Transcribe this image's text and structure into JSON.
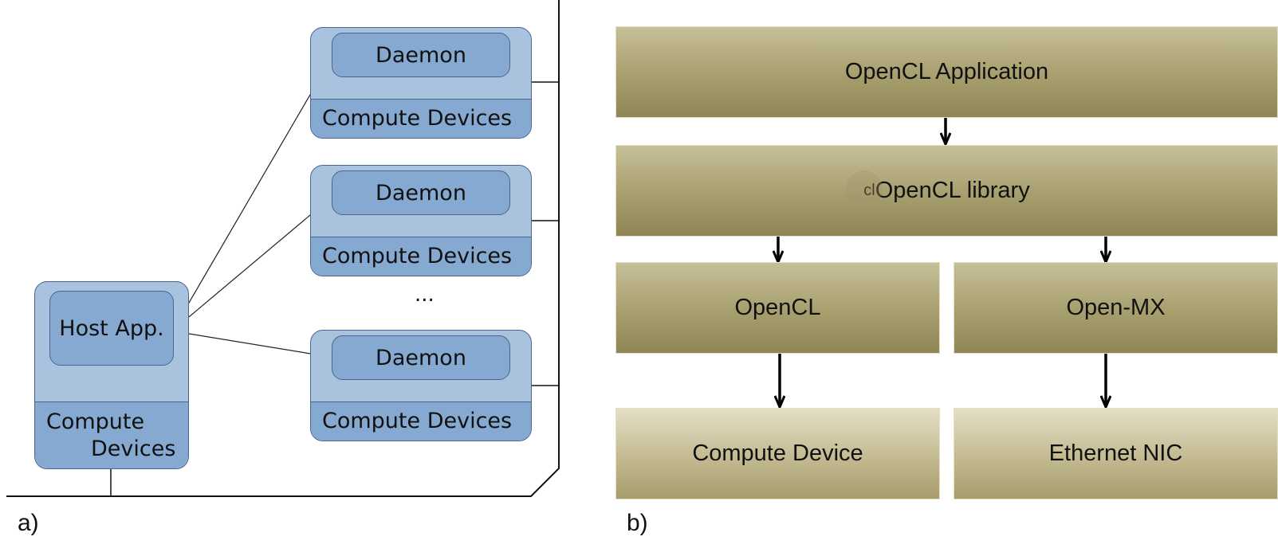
{
  "panel_a": {
    "label": "a)",
    "host": {
      "app_label": "Host App.",
      "devices_line1": "Compute",
      "devices_line2": "Devices"
    },
    "daemons": [
      {
        "daemon_label": "Daemon",
        "devices_label": "Compute Devices"
      },
      {
        "daemon_label": "Daemon",
        "devices_label": "Compute Devices"
      },
      {
        "daemon_label": "Daemon",
        "devices_label": "Compute Devices"
      }
    ],
    "ellipsis": "..."
  },
  "panel_b": {
    "label": "b)",
    "application": "OpenCL Application",
    "library_prefix": "cl",
    "library": "OpenCL library",
    "opencl": "OpenCL",
    "openmx": "Open-MX",
    "compute_device": "Compute Device",
    "ethernet_nic": "Ethernet NIC"
  },
  "colors": {
    "node_outer": "#a9c2dd",
    "node_inner": "#85a9d1",
    "node_border": "#4a6690",
    "layer_dark": "#a79e6d",
    "layer_light": "#e4dfc6"
  }
}
